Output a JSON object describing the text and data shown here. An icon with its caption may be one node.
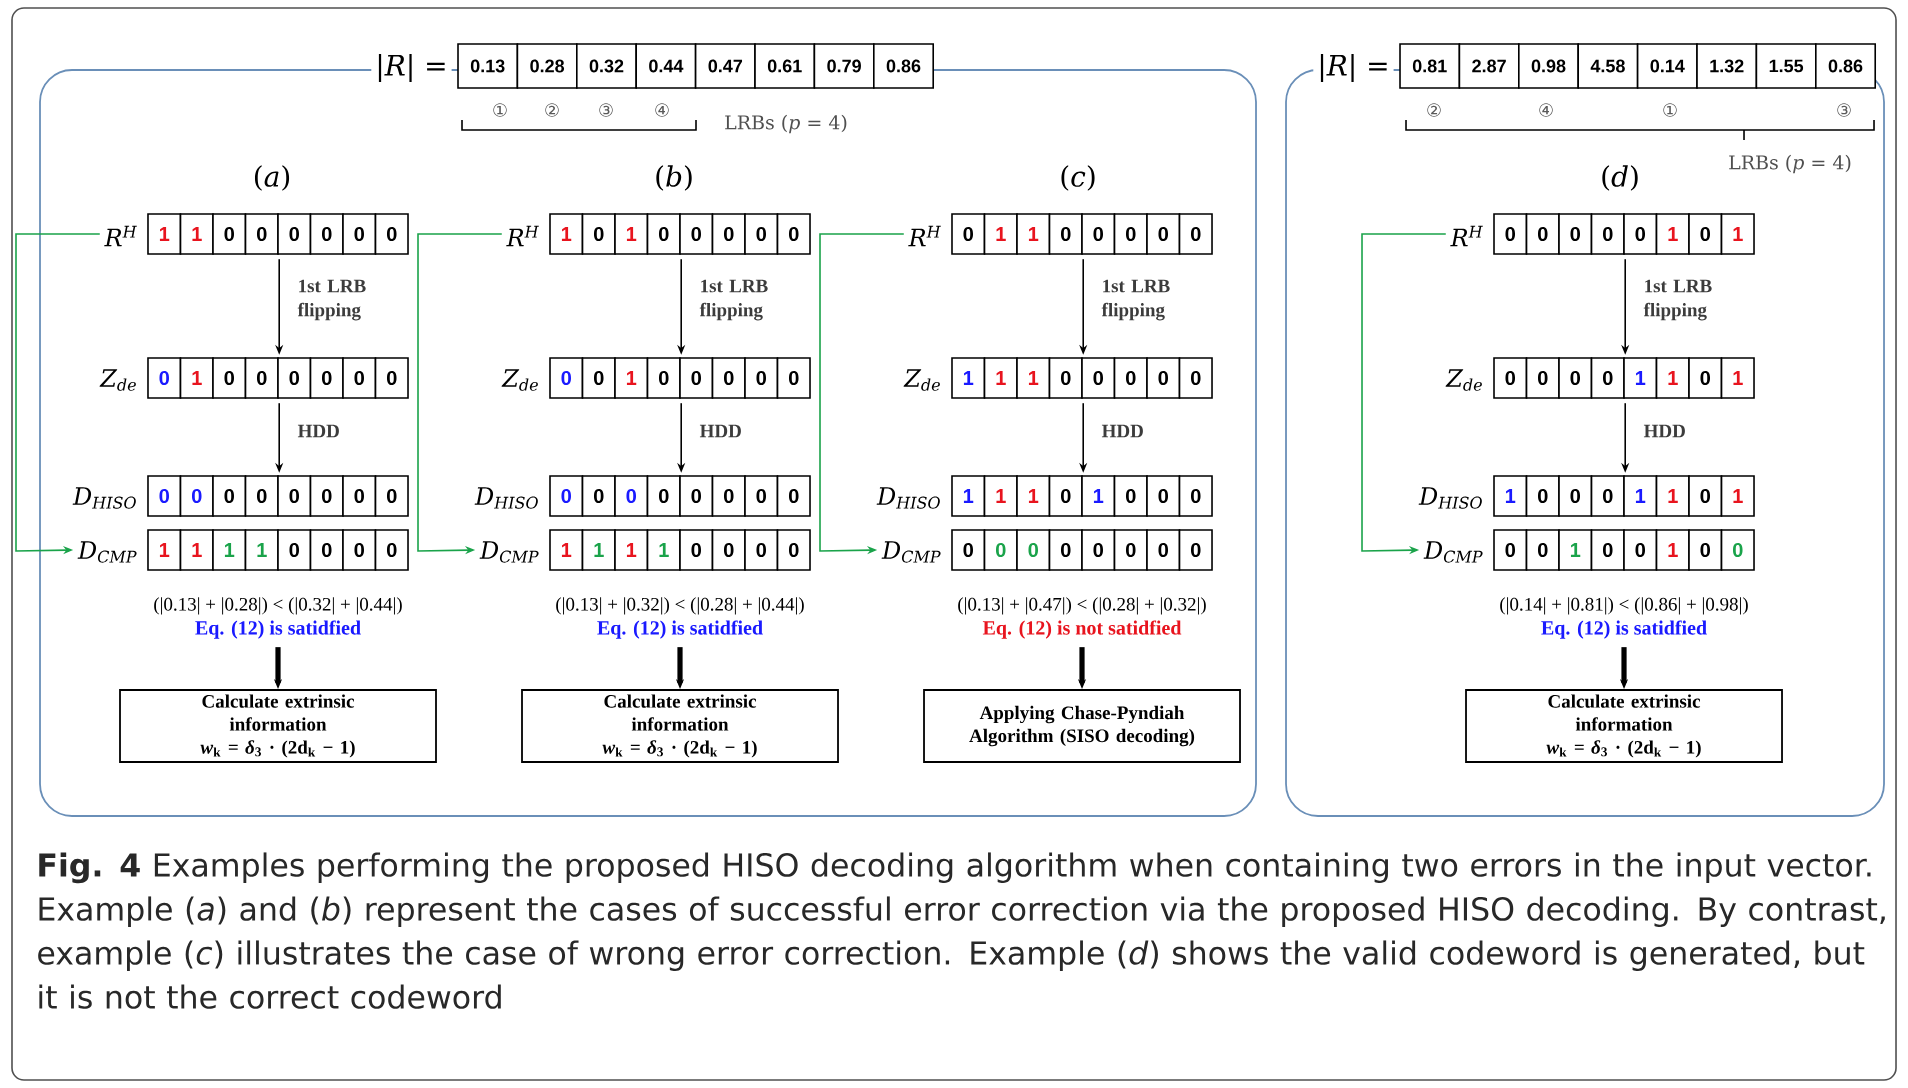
{
  "diagram": {
    "caption": "**Fig. 4** Examples performing the proposed HISO decoding algorithm when containing two errors in the input vector. Example (*a*) and (*b*) represent the cases of successful error correction via the proposed HISO decoding. By contrast, example (*c*) illustrates the case of wrong error correction. Example (*d*) shows the valid codeword is generated, but it is not the correct codeword",
    "nodes": [
      {
        "text": [],
        "shape": "box"
      },
      {
        "text": [
          "0.13",
          "0.28",
          "0.32",
          "0.44",
          "0.47",
          "0.61",
          "0.79",
          "0.86"
        ],
        "beside": [
          "|*R*| ="
        ]
      },
      {
        "text": [],
        "shape": "box"
      },
      {
        "text": [
          "0.81",
          "2.87",
          "0.98",
          "4.58",
          "0.14",
          "1.32",
          "1.55",
          "0.86"
        ],
        "beside": [
          "|*R*| ="
        ]
      },
      {
        "text": [
          "1",
          "1",
          "0",
          "0",
          "0",
          "0",
          "0",
          "0"
        ],
        "beside": [
          "R$^{H}$"
        ],
        "in": 0
      },
      {
        "text": [
          "0",
          "1",
          "0",
          "0",
          "0",
          "0",
          "0",
          "0"
        ],
        "beside": [
          "Z$_{de}$"
        ],
        "in": 0
      },
      {
        "text": [
          "0",
          "0",
          "0",
          "0",
          "0",
          "0",
          "0",
          "0"
        ],
        "beside": [
          "D$_{HISO}$"
        ],
        "in": 0
      },
      {
        "text": [
          "1",
          "1",
          "1",
          "1",
          "0",
          "0",
          "0",
          "0"
        ],
        "beside": [
          "D$_{CMP}$"
        ],
        "in": 0
      },
      {
        "text": [
          "(|0.13| + |0.28|) < (|0.32| + |0.44|)",
          "Eq. (12) is satidfied"
        ],
        "in": 0
      },
      {
        "text": [
          "Calculate extrinsic information",
          "*w*$_{k}$ = *δ*$_{3}$ · (2d$_{k}$ − 1)"
        ],
        "in": 0
      },
      {
        "text": [
          "1",
          "0",
          "1",
          "0",
          "0",
          "0",
          "0",
          "0"
        ],
        "beside": [
          "R$^{H}$"
        ],
        "in": 0
      },
      {
        "text": [
          "0",
          "0",
          "1",
          "0",
          "0",
          "0",
          "0",
          "0"
        ],
        "beside": [
          "Z$_{de}$"
        ],
        "in": 0
      },
      {
        "text": [
          "0",
          "0",
          "0",
          "0",
          "0",
          "0",
          "0",
          "0"
        ],
        "beside": [
          "D$_{HISO}$"
        ],
        "in": 0
      },
      {
        "text": [
          "1",
          "1",
          "1",
          "1",
          "0",
          "0",
          "0",
          "0"
        ],
        "beside": [
          "D$_{CMP}$"
        ],
        "in": 0
      },
      {
        "text": [
          "(|0.13| + |0.32|) < (|0.28| + |0.44|)",
          "Eq. (12) is satidfied"
        ],
        "in": 0
      },
      {
        "text": [
          "Calculate extrinsic information",
          "*w*$_{k}$ = *δ*$_{3}$ · (2d$_{k}$ − 1)"
        ],
        "in": 0
      },
      {
        "text": [
          "0",
          "1",
          "1",
          "0",
          "0",
          "0",
          "0",
          "0"
        ],
        "beside": [
          "R$^{H}$"
        ],
        "in": 0
      },
      {
        "text": [
          "1",
          "1",
          "1",
          "0",
          "0",
          "0",
          "0",
          "0"
        ],
        "beside": [
          "Z$_{de}$"
        ],
        "in": 0
      },
      {
        "text": [
          "1",
          "1",
          "1",
          "0",
          "1",
          "0",
          "0",
          "0"
        ],
        "beside": [
          "D$_{HISO}$"
        ],
        "in": 0
      },
      {
        "text": [
          "0",
          "0",
          "0",
          "0",
          "0",
          "0",
          "0",
          "0"
        ],
        "beside": [
          "D$_{CMP}$"
        ],
        "in": 0
      },
      {
        "text": [
          "(|0.13| + |0.47|) < (|0.28| + |0.32|)",
          "Eq. (12) is not satidfied"
        ],
        "in": 0
      },
      {
        "text": [
          "Applying Chase-Pyndiah Algorithm (SISO decoding)"
        ],
        "in": 0
      },
      {
        "text": [
          "0",
          "0",
          "0",
          "0",
          "0",
          "1",
          "0",
          "1"
        ],
        "beside": [
          "R$^{H}$"
        ],
        "in": 2
      },
      {
        "text": [
          "0",
          "0",
          "0",
          "0",
          "1",
          "1",
          "0",
          "1"
        ],
        "beside": [
          "Z$_{de}$"
        ],
        "in": 2
      },
      {
        "text": [
          "1",
          "0",
          "0",
          "0",
          "1",
          "1",
          "0",
          "1"
        ],
        "beside": [
          "D$_{HISO}$"
        ],
        "in": 2
      },
      {
        "text": [
          "0",
          "0",
          "1",
          "0",
          "0",
          "1",
          "0",
          "0"
        ],
        "beside": [
          "D$_{CMP}$"
        ],
        "in": 2
      },
      {
        "text": [
          "(|0.14| + |0.81|) < (|0.86| + |0.98|)",
          "Eq. (12) is satidfied"
        ],
        "in": 2
      },
      {
        "text": [
          "Calculate extrinsic information",
          "*w*$_{k}$ = *δ*$_{3}$ · (2d$_{k}$ − 1)"
        ],
        "in": 2
      }
    ],
    "edges": [
      {
        "from": 4,
        "to": 5,
        "arrow": "to",
        "label": "1st LRB flipping"
      },
      {
        "from": 5,
        "to": 6,
        "arrow": "to",
        "label": "HDD"
      },
      {
        "from": 4,
        "to": 7,
        "arrow": "to",
        "color": "#1aa34a"
      },
      {
        "from": 8,
        "to": 9,
        "arrow": "to",
        "style": "thick"
      },
      {
        "from": 10,
        "to": 11,
        "arrow": "to",
        "label": "1st LRB flipping"
      },
      {
        "from": 11,
        "to": 12,
        "arrow": "to",
        "label": "HDD"
      },
      {
        "from": 10,
        "to": 13,
        "arrow": "to",
        "color": "#1aa34a"
      },
      {
        "from": 14,
        "to": 15,
        "arrow": "to",
        "style": "thick"
      },
      {
        "from": 16,
        "to": 17,
        "arrow": "to",
        "label": "1st LRB flipping"
      },
      {
        "from": 17,
        "to": 18,
        "arrow": "to",
        "label": "HDD"
      },
      {
        "from": 16,
        "to": 19,
        "arrow": "to",
        "color": "#1aa34a"
      },
      {
        "from": 20,
        "to": 21,
        "arrow": "to",
        "style": "thick"
      },
      {
        "from": 22,
        "to": 23,
        "arrow": "to",
        "label": "1st LRB flipping"
      },
      {
        "from": 23,
        "to": 24,
        "arrow": "to",
        "label": "HDD"
      },
      {
        "from": 22,
        "to": 25,
        "arrow": "to",
        "color": "#1aa34a"
      },
      {
        "from": 26,
        "to": 27,
        "arrow": "to",
        "style": "thick"
      }
    ],
    "labels": [
      "①",
      "②",
      "③",
      "④",
      "LRBs (*p* = 4)",
      "②",
      "④",
      "①",
      "③",
      "LRBs (*p* = 4)",
      "(*a*)",
      "(*b*)",
      "(*c*)",
      "(*d*)"
    ]
  }
}
